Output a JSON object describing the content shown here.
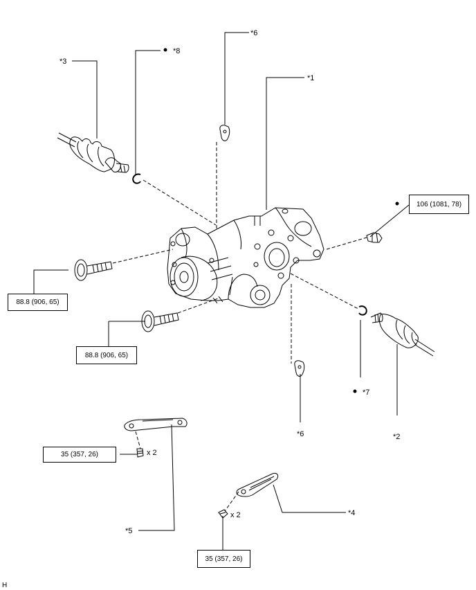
{
  "callouts": {
    "c1": "*1",
    "c2": "*2",
    "c3": "*3",
    "c4": "*4",
    "c5": "*5",
    "c6_top": "*6",
    "c6_bottom": "*6",
    "c7": "*7",
    "c8": "*8"
  },
  "torque": {
    "t_106": "106 (1081, 78)",
    "t_888_a": "88.8 (906, 65)",
    "t_888_b": "88.8 (906, 65)",
    "t_35_a": "35 (357, 26)",
    "t_35_b": "35 (357, 26)"
  },
  "quantity": {
    "q_a": "x 2",
    "q_b": "x 2"
  },
  "corner_letter": "H",
  "icons": {
    "dot": "non-reusable-part-dot-icon"
  }
}
